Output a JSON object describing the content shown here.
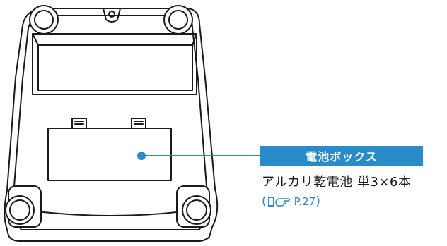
{
  "callout": {
    "label": "電池ボックス",
    "description": "アルカリ乾電池 単3×6本",
    "ref_open": "(",
    "ref_page": "P.27",
    "ref_close": ")",
    "accent_color": "#2a8bc9"
  },
  "icons": {
    "reference": "pointing-hand-book-icon"
  }
}
